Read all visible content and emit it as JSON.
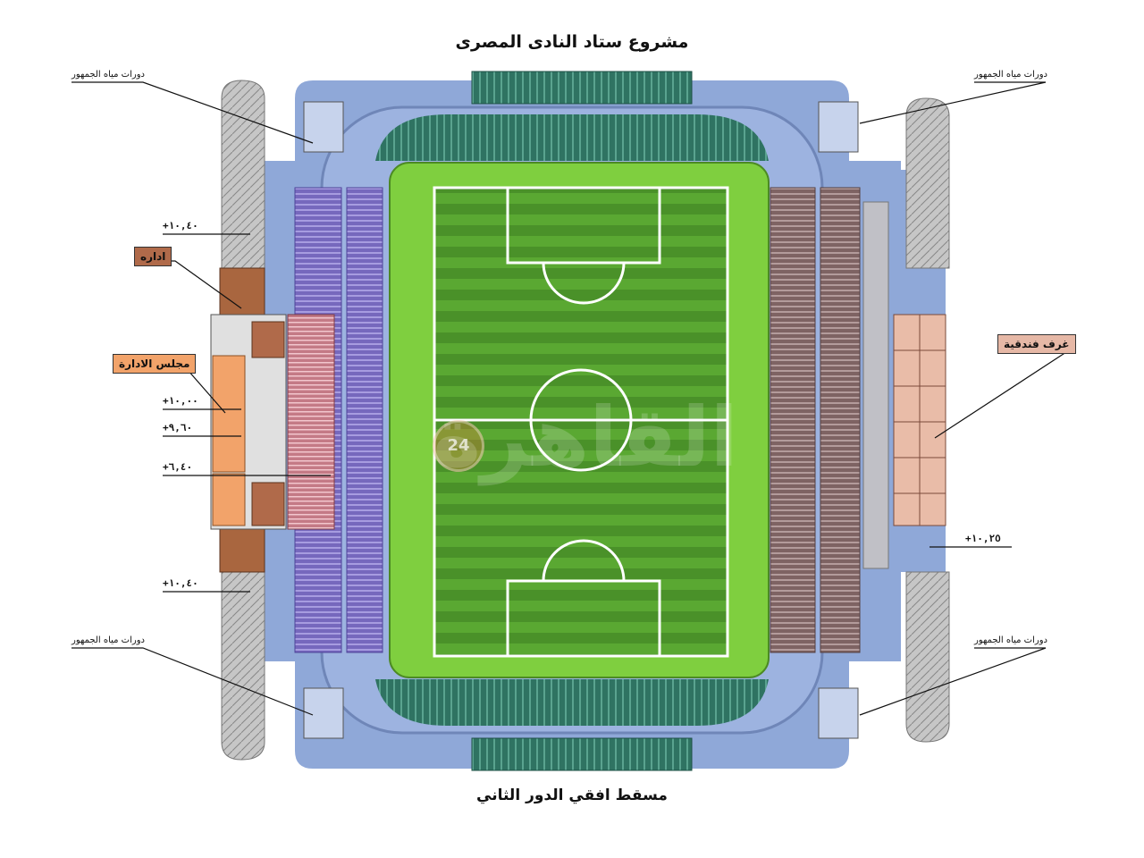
{
  "title": "مشروع ستاد النادى المصرى",
  "subtitle": "مسقط افقي الدور الثاني",
  "labels": {
    "wc_top_left": "دورات مياه الجمهور",
    "wc_top_right": "دورات مياه الجمهور",
    "wc_bottom_left": "دورات مياه الجمهور",
    "wc_bottom_right": "دورات مياه الجمهور",
    "admin": "اداره",
    "board": "مجلس الادارة",
    "hotel_rooms": "غرف فندقية"
  },
  "levels": {
    "l1": "+١٠,٤٠",
    "l2": "+١٠,٠٠",
    "l3": "+٩,٦٠",
    "l4": "+٦,٤٠",
    "l5": "+١٠,٤٠",
    "l6": "+١٠,٢٥"
  },
  "watermark": {
    "text": "القاهرة",
    "badge": "24"
  },
  "colors": {
    "pitch_light": "#79bf3a",
    "pitch_dark": "#4f9a2c",
    "pitch_border": "#7fd03f",
    "concourse": "#8ea7d6",
    "seating_purple": "#7e6fc0",
    "seating_brown": "#8a6b6b",
    "seating_teal": "#2f7d6a",
    "admin_brown": "#b06a4a",
    "board_orange": "#f2a36a",
    "hotel_pink": "#e6b8a6",
    "stair_grey": "#c9c9c9"
  }
}
